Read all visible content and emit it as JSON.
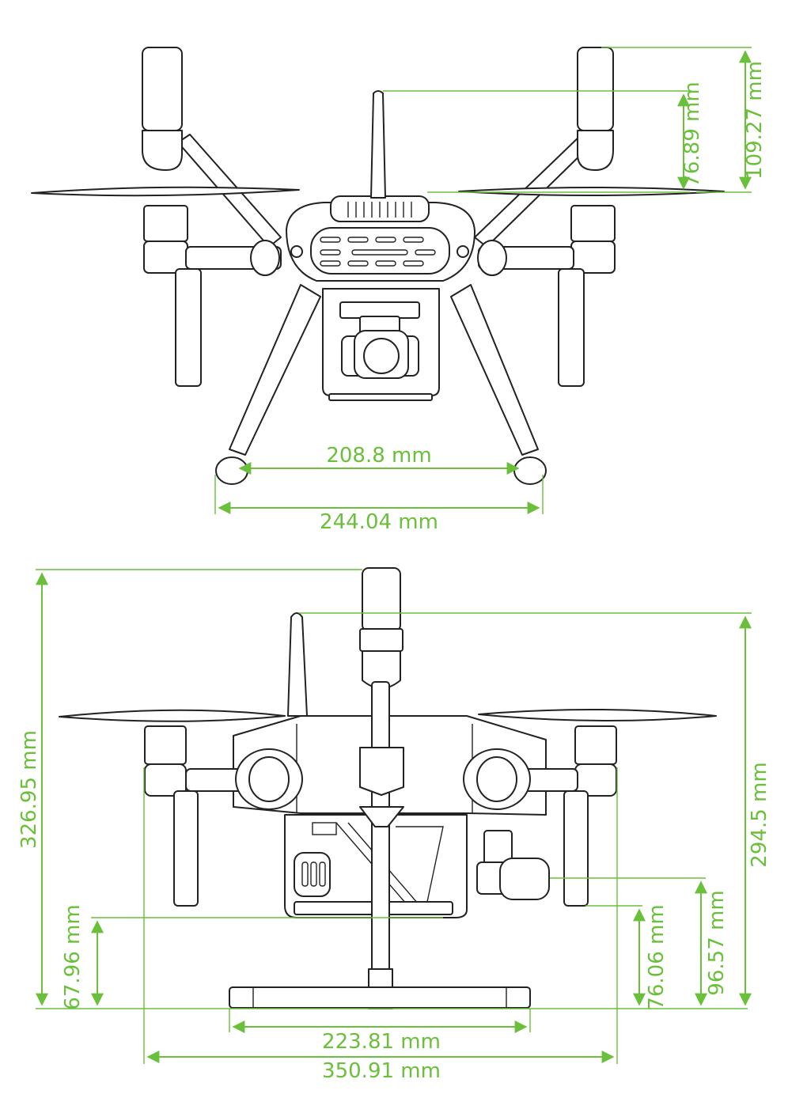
{
  "colors": {
    "dimension": "#6abf3b",
    "line": "#222222",
    "background": "#ffffff"
  },
  "front_view": {
    "antenna_height_label": "76.89 mm",
    "top_height_label": "109.27 mm",
    "inner_leg_span_label": "208.8 mm",
    "outer_leg_span_label": "244.04 mm"
  },
  "side_view": {
    "total_height_label": "326.95 mm",
    "frame_height_label": "294.5 mm",
    "ground_clearance_label": "67.96 mm",
    "body_bottom_label": "76.06 mm",
    "gimbal_height_label": "96.57 mm",
    "skid_width_label": "223.81 mm",
    "total_width_label": "350.91 mm"
  }
}
